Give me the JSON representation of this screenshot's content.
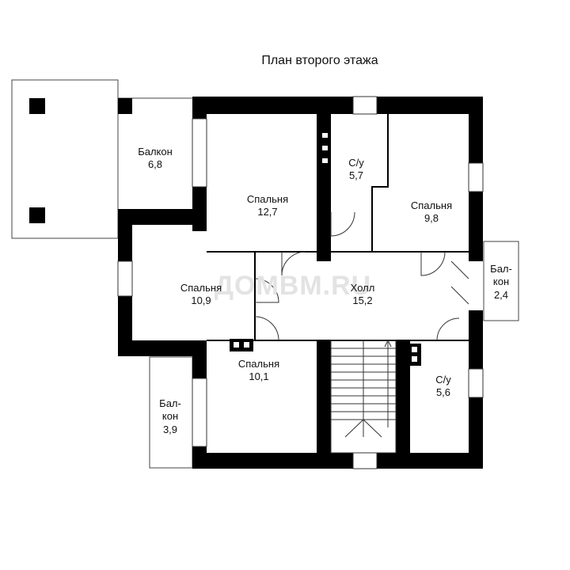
{
  "title": "План второго этажа",
  "watermark": "ДОМВМ.RU",
  "colors": {
    "wall": "#000000",
    "line": "#333333",
    "background": "#ffffff",
    "watermark": "#e3e3e3"
  },
  "rooms": {
    "balcony_nw": {
      "name": "Балкон",
      "area": "6,8"
    },
    "bedroom_north": {
      "name": "Спальня",
      "area": "12,7"
    },
    "wc_north": {
      "name": "С/у",
      "area": "5,7"
    },
    "bedroom_ne": {
      "name": "Спальня",
      "area": "9,8"
    },
    "bedroom_west": {
      "name": "Спальня",
      "area": "10,9"
    },
    "hall": {
      "name": "Холл",
      "area": "15,2"
    },
    "balcony_east": {
      "name_line1": "Бал-",
      "name_line2": "кон",
      "area": "2,4"
    },
    "bedroom_sw": {
      "name": "Спальня",
      "area": "10,1"
    },
    "wc_south": {
      "name": "С/у",
      "area": "5,6"
    },
    "balcony_sw": {
      "name_line1": "Бал-",
      "name_line2": "кон",
      "area": "3,9"
    }
  }
}
